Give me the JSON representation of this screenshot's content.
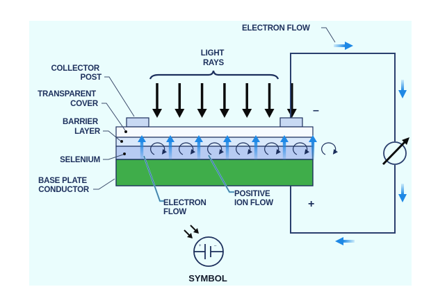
{
  "title": "Photovoltaic (Selenium) Cell Diagram",
  "labels": {
    "collector_post": [
      "COLLECTOR",
      "POST"
    ],
    "transparent_cover": [
      "TRANSPARENT",
      "COVER"
    ],
    "barrier_layer": [
      "BARRIER",
      "LAYER"
    ],
    "selenium": "SELENIUM",
    "base_plate": [
      "BASE PLATE",
      "CONDUCTOR"
    ],
    "light_rays": [
      "LIGHT",
      "RAYS"
    ],
    "electron_flow_cell": [
      "ELECTRON",
      "FLOW"
    ],
    "positive_ion_flow": [
      "POSITIVE",
      "ION FLOW"
    ],
    "electron_flow_circuit": "ELECTRON FLOW",
    "negative_sign": "–",
    "positive_sign": "+",
    "symbol": "SYMBOL"
  },
  "counts": {
    "light_ray_arrows": 7,
    "electron_up_arrows": 7,
    "ion_loops": 7
  },
  "colors": {
    "background_panel": "#eafdfd",
    "cover": "#f7fbff",
    "barrier": "#d9e8fb",
    "selenium": "#b7cbf2",
    "base_plate": "#3fad4a",
    "outline": "#1c2f5c",
    "flow_arrow": "#1e88e5",
    "light_arrow": "#0b0b0b"
  },
  "icons": {
    "meter": "variable-meter-icon",
    "symbol": "photocell-symbol-icon"
  }
}
